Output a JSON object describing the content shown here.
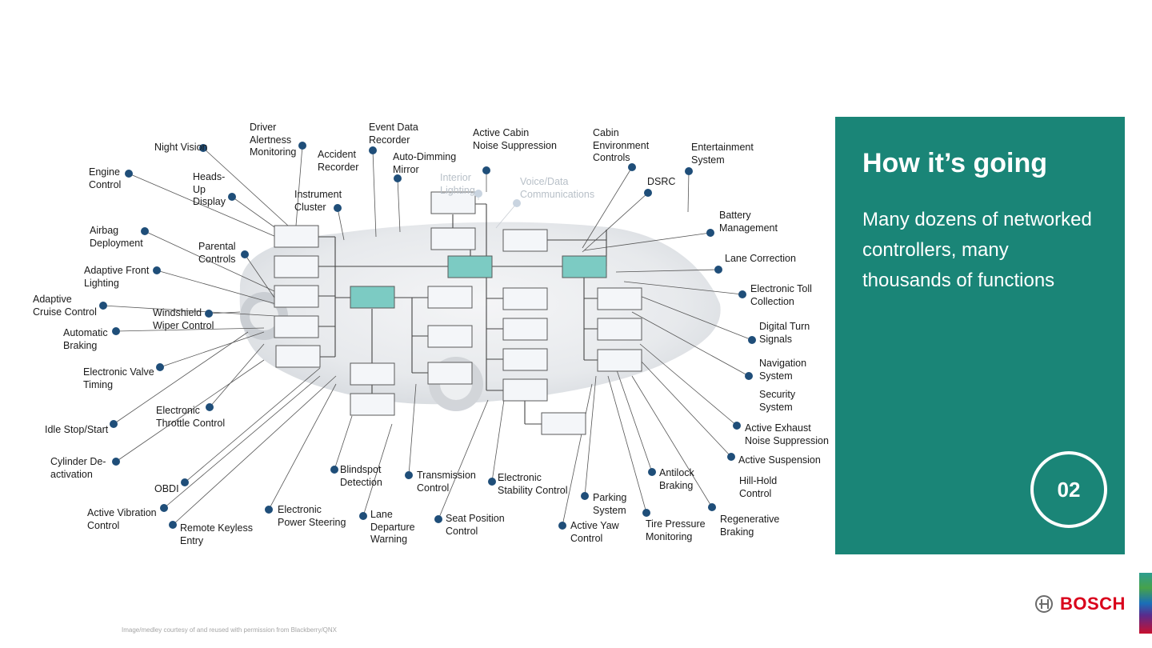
{
  "panel": {
    "title": "How it’s going",
    "body": "Many dozens of networked controllers, many thousands of functions",
    "slide_number": "02",
    "background_color": "#1a8577"
  },
  "credit": "Image/medley courtesy of and reused with permission from Blackberry/QNX",
  "logo": {
    "text": "BOSCH",
    "icon": "bosch-armature-icon",
    "color": "#d9001b"
  },
  "diagram": {
    "dot_color": "#1f4e79",
    "box_accent_color": "#7ccbc3",
    "labels": [
      {
        "text": "Driver\nAlertness\nMonitoring"
      },
      {
        "text": "Event Data\nRecorder"
      },
      {
        "text": "Active Cabin\nNoise Suppression"
      },
      {
        "text": "Cabin\nEnvironment\nControls"
      },
      {
        "text": "Entertainment\nSystem"
      },
      {
        "text": "Night Vision"
      },
      {
        "text": "Accident\nRecorder"
      },
      {
        "text": "Auto-Dimming\nMirror"
      },
      {
        "text": "Engine\nControl"
      },
      {
        "text": "Heads-\nUp\nDisplay"
      },
      {
        "text": "Interior\nLighting"
      },
      {
        "text": "Voice/Data\nCommunications"
      },
      {
        "text": "DSRC"
      },
      {
        "text": "Instrument\nCluster"
      },
      {
        "text": "Battery\nManagement"
      },
      {
        "text": "Airbag\nDeployment"
      },
      {
        "text": "Parental\nControls"
      },
      {
        "text": "Lane Correction"
      },
      {
        "text": "Adaptive Front\nLighting"
      },
      {
        "text": "Electronic Toll\nCollection"
      },
      {
        "text": "Adaptive\nCruise Control"
      },
      {
        "text": "Windshield\nWiper Control"
      },
      {
        "text": "Digital Turn\nSignals"
      },
      {
        "text": "Automatic\nBraking"
      },
      {
        "text": "Navigation\nSystem"
      },
      {
        "text": "Electronic Valve\nTiming"
      },
      {
        "text": "Security\nSystem"
      },
      {
        "text": "Electronic\nThrottle Control"
      },
      {
        "text": "Active Exhaust\nNoise Suppression"
      },
      {
        "text": "Idle Stop/Start"
      },
      {
        "text": "Active Suspension"
      },
      {
        "text": "Cylinder De-\nactivation"
      },
      {
        "text": "Blindspot\nDetection"
      },
      {
        "text": "Transmission\nControl"
      },
      {
        "text": "Electronic\nStability Control"
      },
      {
        "text": "Antilock\nBraking"
      },
      {
        "text": "Hill-Hold\nControl"
      },
      {
        "text": "OBDI"
      },
      {
        "text": "Parking\nSystem"
      },
      {
        "text": "Active Vibration\nControl"
      },
      {
        "text": "Electronic\nPower Steering"
      },
      {
        "text": "Seat Position\nControl"
      },
      {
        "text": "Regenerative\nBraking"
      },
      {
        "text": "Lane\nDeparture\nWarning"
      },
      {
        "text": "Tire Pressure\nMonitoring"
      },
      {
        "text": "Active Yaw\nControl"
      },
      {
        "text": "Remote Keyless\nEntry"
      }
    ]
  }
}
